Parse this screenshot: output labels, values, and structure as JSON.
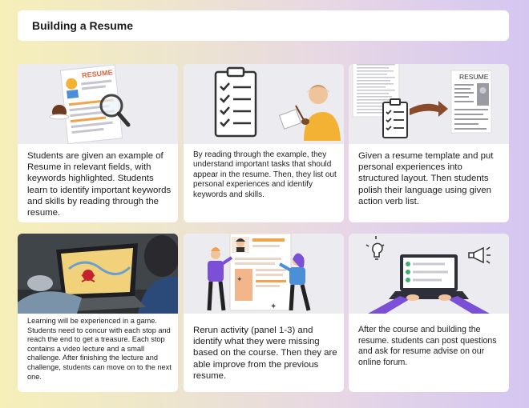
{
  "header": {
    "title": "Building a Resume"
  },
  "cards": [
    {
      "text": "Students are given an example of Resume in relevant fields, with keywords highlighted. Students learn to identify important keywords and skills by reading through the resume.",
      "illustration_label": "RESUME"
    },
    {
      "text": "By reading through the example, they understand important tasks that should appear in the resume. Then, they list out personal experiences and identify keywords and skills."
    },
    {
      "text": "Given a resume template and put personal experiences into structured layout. Then students polish their language using given action verb list.",
      "illustration_label": "RESUME"
    },
    {
      "text": "Learning will be experienced in a game. Students need to concur with each stop and reach the end to get a treasure. Each stop contains a video lecture and a small challenge. After finishing the lecture and challenge, students can move on to the next one."
    },
    {
      "text": "Rerun activity (panel 1-3) and identify what they were missing based on the course. Then they are able improve from the previous resume."
    },
    {
      "text": "After the course and building the resume. students can post questions and ask for resume advise on our online forum."
    }
  ],
  "colors": {
    "accent_orange": "#f0a34a",
    "brown_arrow": "#8a4b2c",
    "purple": "#7b4fd6",
    "yellow": "#f3b233"
  }
}
